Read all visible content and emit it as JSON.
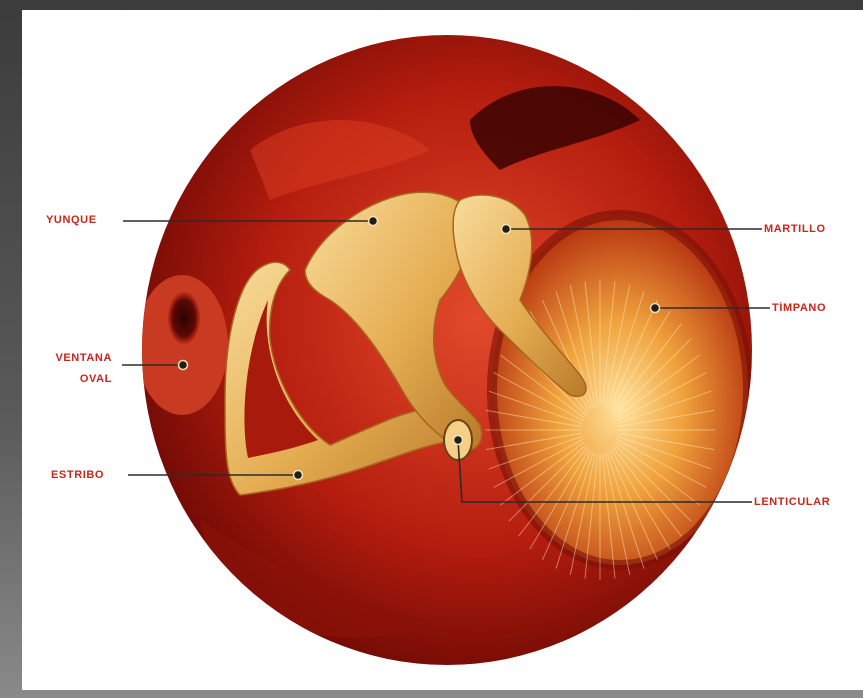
{
  "labels": {
    "yunque": "YUNQUE",
    "martillo": "MARTILLO",
    "timpano": "TÍMPANO",
    "ventana_oval_line1": "VENTANA",
    "ventana_oval_line2": "OVAL",
    "estribo": "ESTRIBO",
    "lenticular": "LENTICULAR"
  },
  "colors": {
    "label": "#c8261b",
    "leader": "#2b2b2b",
    "tissue_dark": "#6e0a05",
    "tissue_mid": "#b8200f",
    "tissue_light": "#e8452a",
    "bone": "#e7b45a",
    "bone_light": "#f6d99a",
    "eardrum": "#f2b04a"
  }
}
